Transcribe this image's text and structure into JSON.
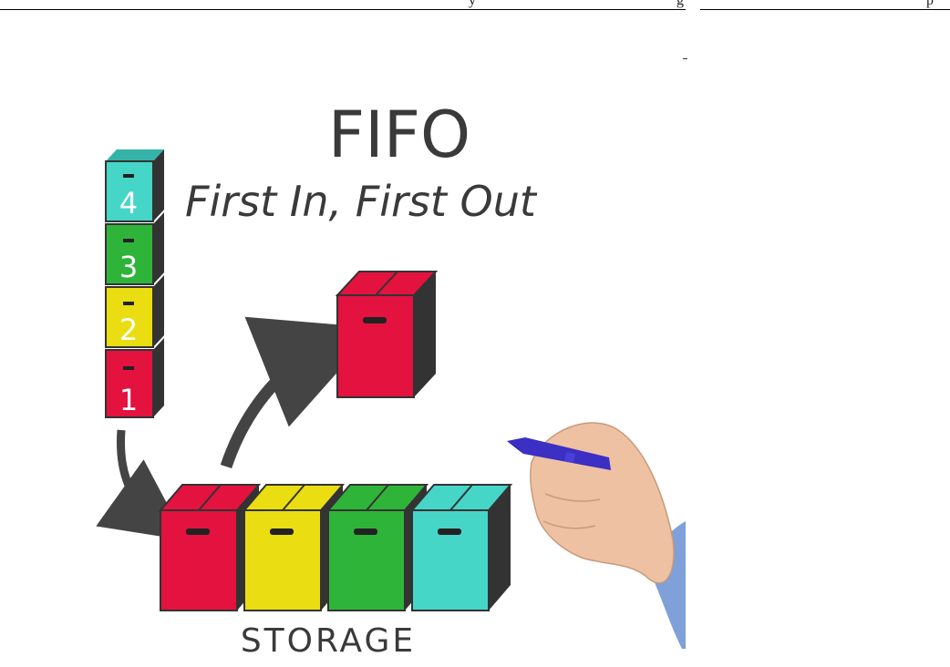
{
  "header_fragments": [
    "y",
    "g",
    "p"
  ],
  "figure": {
    "title": "FIFO",
    "subtitle": "First In, First Out",
    "storage_label": "STORAGE",
    "stack_labels": [
      "4",
      "3",
      "2",
      "1"
    ],
    "colors": {
      "teal": "#45d6c8",
      "green": "#2fb43a",
      "yellow": "#eade12",
      "red": "#e3123f",
      "arrow": "#444444",
      "marker": "#3b2fc4",
      "skin": "#eec1a3",
      "sleeve": "#7fa0d8"
    }
  }
}
